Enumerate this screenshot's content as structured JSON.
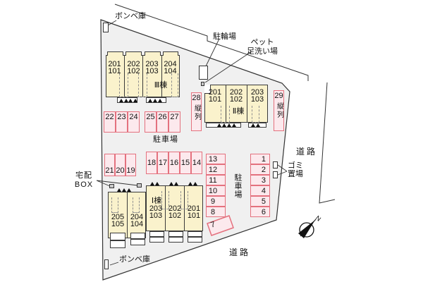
{
  "labels": {
    "bombe_top": "ボンベ庫",
    "bombe_bottom": "ボンベ庫",
    "bicycle_parking": "駐輪場",
    "pet_wash": "ペット\n足洗い場",
    "parking_lot": "駐車場",
    "parking_lot_vertical": "駐車場",
    "delivery_box": "宅配\nBOX",
    "garbage_area": "ゴミ\n置場",
    "road_right": "道路",
    "road_bottom": "道路",
    "compass_north": "N"
  },
  "buildings": {
    "b3": {
      "name": "Ⅲ棟",
      "units": [
        "201\n101",
        "202\n102",
        "203\n103",
        "204\n104"
      ]
    },
    "b2": {
      "name": "Ⅱ棟",
      "units": [
        "201\n101",
        "202\n102",
        "203\n103"
      ]
    },
    "b1": {
      "name": "Ⅰ棟",
      "units_left": [
        "205\n105",
        "204\n104"
      ],
      "units_right": [
        "203\n103",
        "202\n102",
        "201\n101"
      ]
    }
  },
  "parking": {
    "row_a": [
      "22",
      "23",
      "24"
    ],
    "row_b": [
      "25",
      "26",
      "27"
    ],
    "row_c": [
      "21",
      "20",
      "19"
    ],
    "row_d": [
      "18",
      "17",
      "16",
      "15",
      "14"
    ],
    "col_left": [
      "13",
      "12",
      "11",
      "10",
      "9",
      "8"
    ],
    "slot_7": "7",
    "col_right": [
      "1",
      "2",
      "3",
      "4",
      "5",
      "6"
    ],
    "tandem_28": {
      "number": "28",
      "label": "縦列"
    },
    "tandem_29": {
      "number": "29",
      "label": "縦列"
    }
  },
  "colors": {
    "site_fill": "#f0f0f0",
    "building_fill": "#faf2cc",
    "parking_fill": "#fce9ed",
    "parking_border": "#e4717e",
    "line": "#333333"
  }
}
